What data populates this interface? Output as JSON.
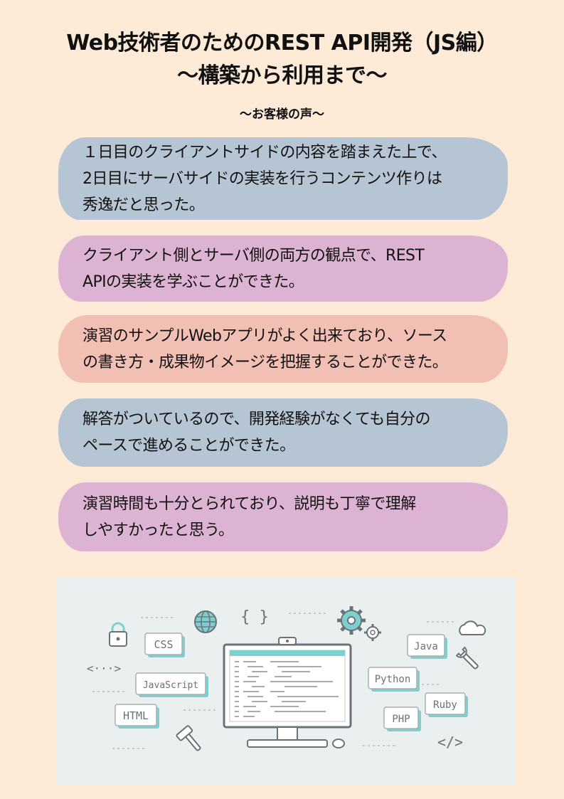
{
  "title": {
    "line1": "Web技術者のためのREST API開発（JS編）",
    "line2": "〜構築から利用まで〜"
  },
  "subtitle": "〜お客様の声〜",
  "testimonials": [
    {
      "lines": [
        "１日目のクライアントサイドの内容を踏まえた上で、",
        "2日目にサーバサイドの実装を行うコンテンツ作りは",
        "秀逸だと思った。"
      ],
      "color": "#b6c5d3"
    },
    {
      "lines": [
        "クライアント側とサーバ側の両方の観点で、REST",
        "APIの実装を学ぶことができた。"
      ],
      "color": "#dcb3d3"
    },
    {
      "lines": [
        "演習のサンプルWebアプリがよく出来ており、ソース",
        "の書き方・成果物イメージを把握することができた。"
      ],
      "color": "#f2bfb5"
    },
    {
      "lines": [
        "解答がついているので、開発経験がなくても自分の",
        "ペースで進めることができた。"
      ],
      "color": "#b6c5d3"
    },
    {
      "lines": [
        "演習時間も十分とられており、説明も丁寧で理解",
        "しやすかったと思う。"
      ],
      "color": "#dcb3d3"
    }
  ],
  "illustration": {
    "tags": {
      "css": "CSS",
      "javascript": "JavaScript",
      "html": "HTML",
      "java": "Java",
      "python": "Python",
      "ruby": "Ruby",
      "php": "PHP",
      "braces": "{ }",
      "arrows": "<···>",
      "code_tag": "</>"
    },
    "accent_color": "#7ecfd0",
    "icons": [
      "lock-icon",
      "globe-icon",
      "gear-icon",
      "cloud-icon",
      "wrench-icon",
      "hammer-icon",
      "monitor-icon",
      "webcam-icon",
      "mouse-icon"
    ]
  }
}
